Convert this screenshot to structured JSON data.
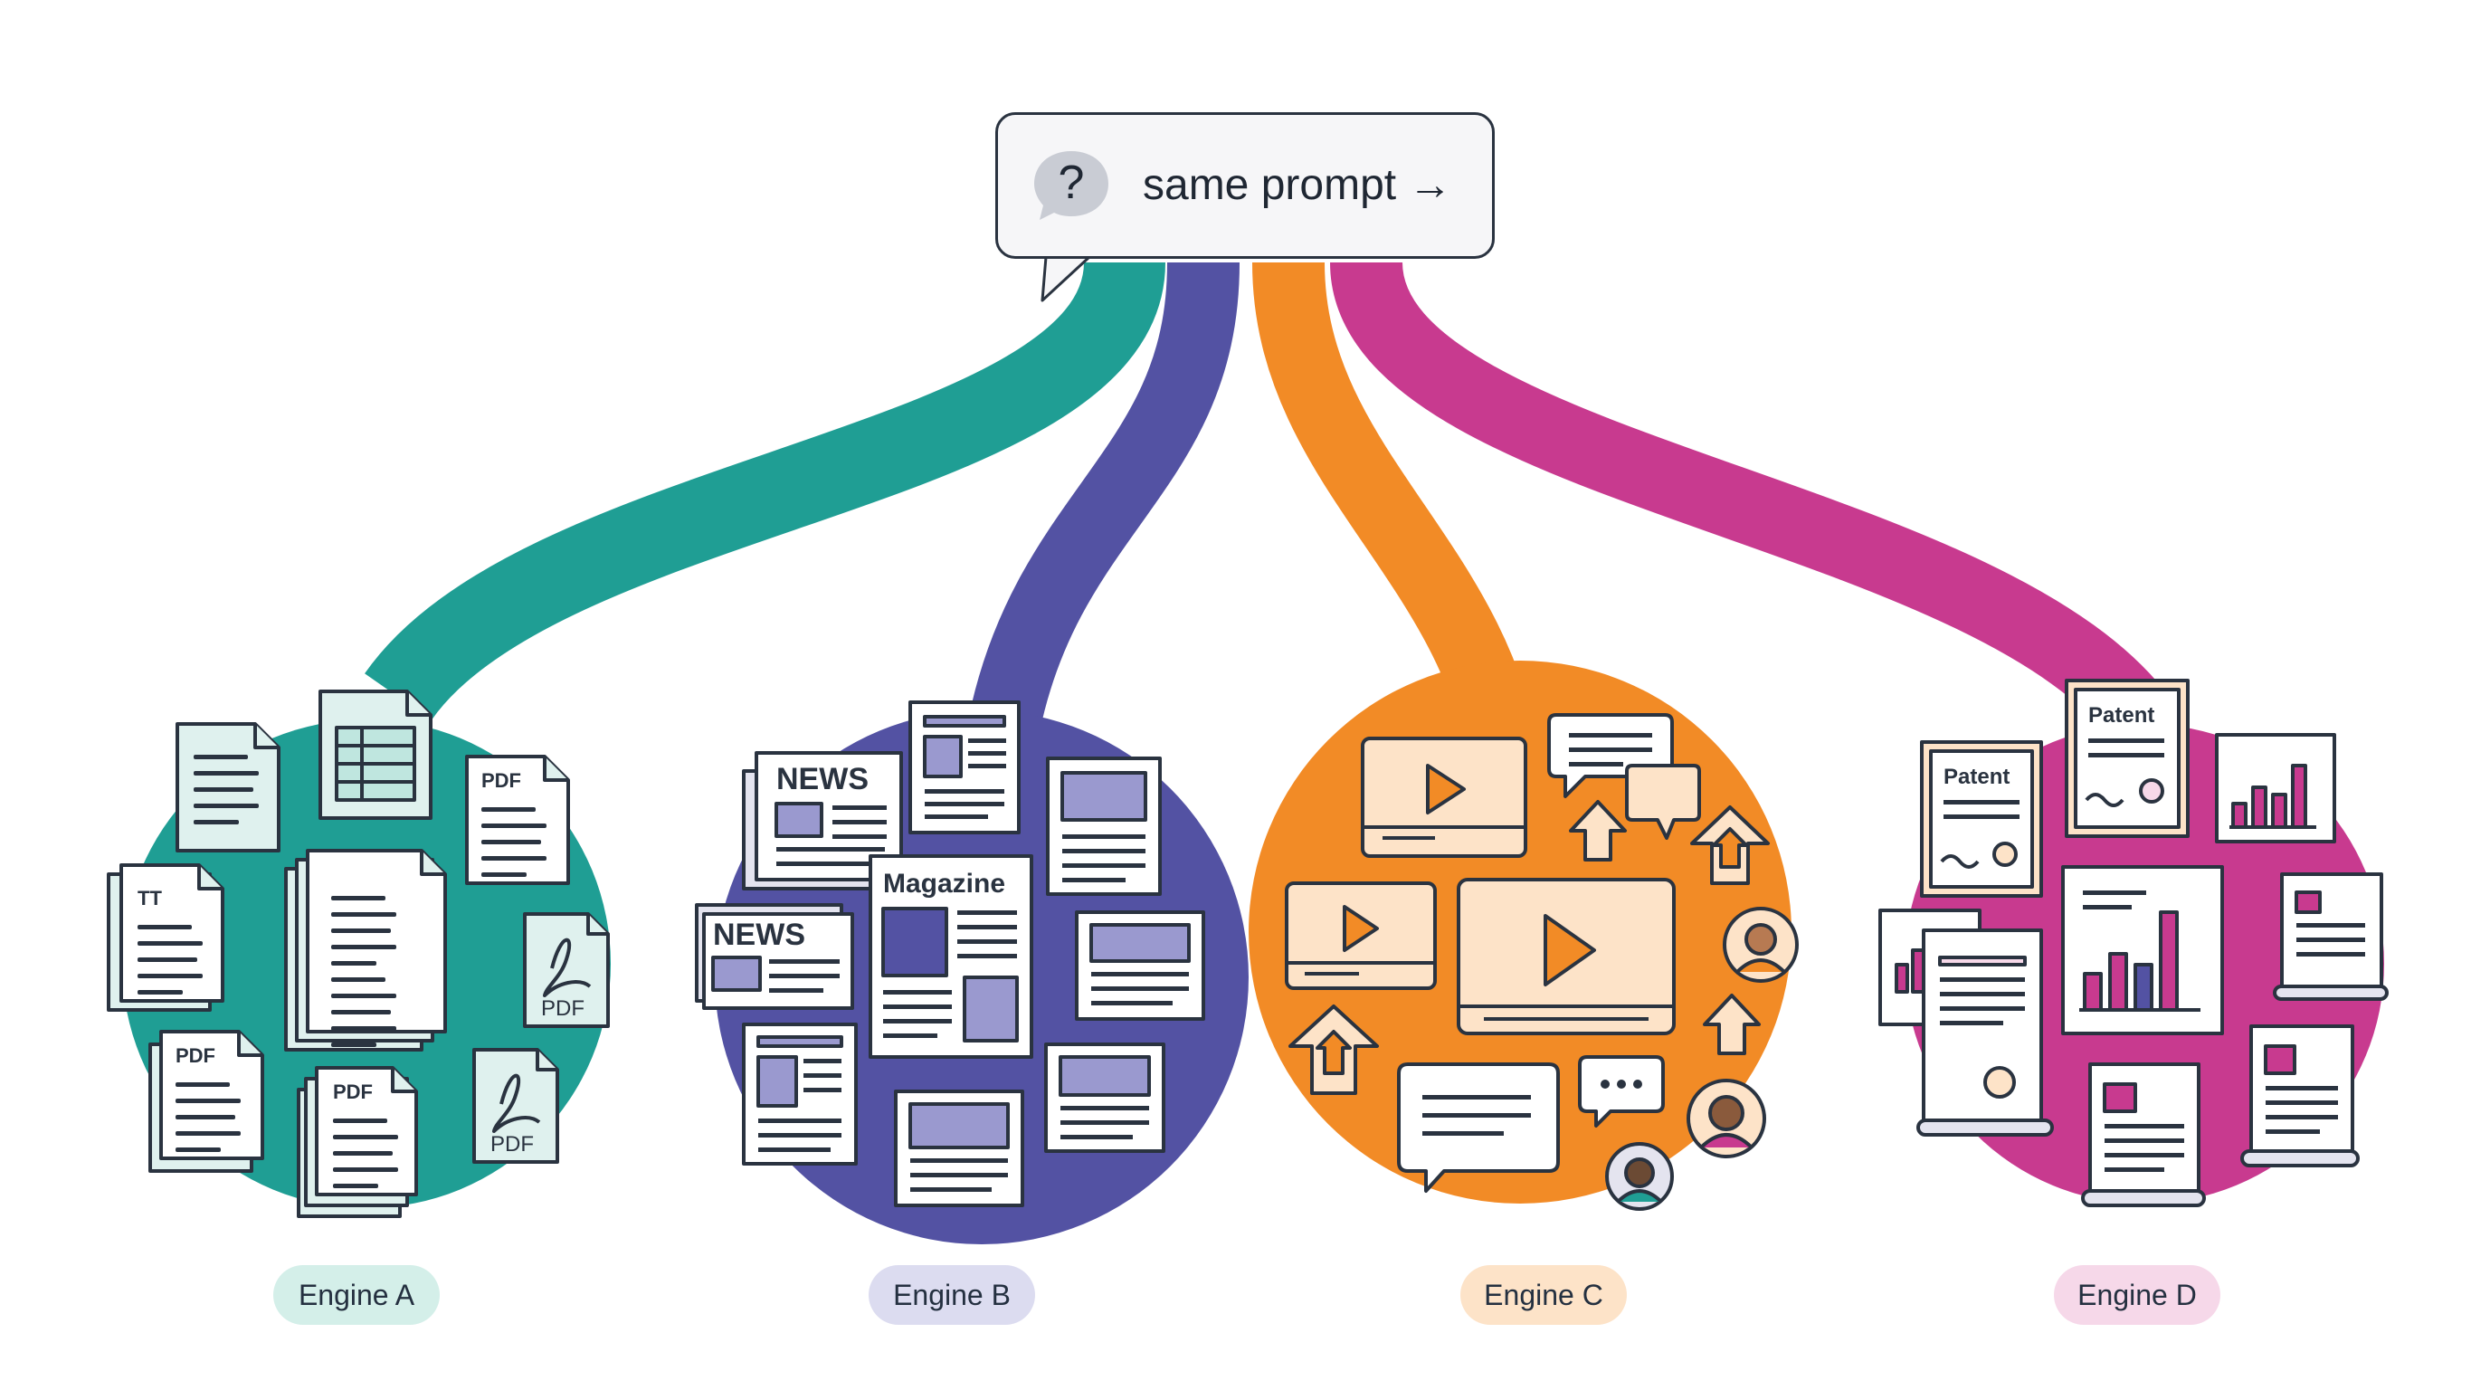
{
  "prompt": {
    "label": "same prompt →"
  },
  "engines": [
    {
      "label": "Engine A",
      "color": "#1f9e94",
      "pill": "#d4efe9"
    },
    {
      "label": "Engine B",
      "color": "#5352a3",
      "pill": "#dcdcf0"
    },
    {
      "label": "Engine C",
      "color": "#f28b26",
      "pill": "#fde3c8"
    },
    {
      "label": "Engine D",
      "color": "#c83a8f",
      "pill": "#f6d8e9"
    }
  ],
  "doc_labels": {
    "pdf": "PDF",
    "txt": "TT",
    "news": "NEWS",
    "magazine": "Magazine",
    "patent": "Patent"
  }
}
